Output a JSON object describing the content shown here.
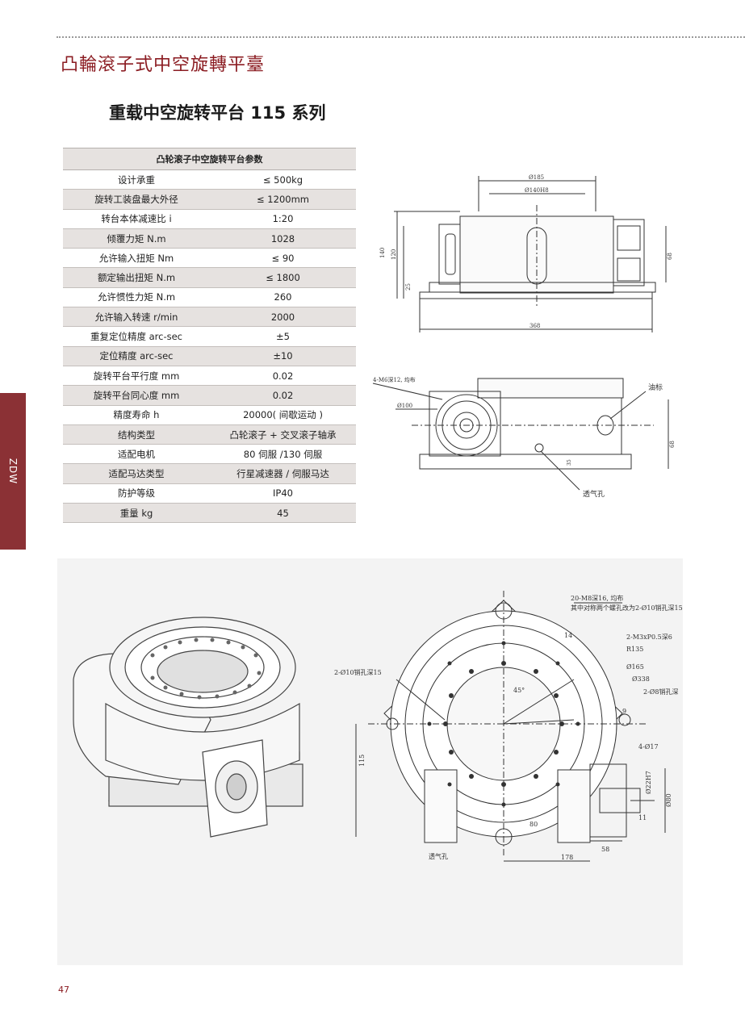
{
  "header": {
    "brand_title": "凸輪滾子式中空旋轉平臺",
    "series_title": "重载中空旋转平台 115 系列"
  },
  "side_tab": {
    "label": "ZDW"
  },
  "spec_table": {
    "caption": "凸轮滚子中空旋转平台参数",
    "rows": [
      {
        "key": "设计承重",
        "value": "≤ 500kg"
      },
      {
        "key": "旋转工装盘最大外径",
        "value": "≤ 1200mm"
      },
      {
        "key": "转台本体减速比 i",
        "value": "1:20"
      },
      {
        "key": "倾覆力矩 N.m",
        "value": "1028"
      },
      {
        "key": "允许输入扭矩 Nm",
        "value": "≤ 90"
      },
      {
        "key": "额定输出扭矩 N.m",
        "value": "≤ 1800"
      },
      {
        "key": "允许惯性力矩 N.m",
        "value": "260"
      },
      {
        "key": "允许输入转速 r/min",
        "value": "2000"
      },
      {
        "key": "重复定位精度 arc-sec",
        "value": "±5"
      },
      {
        "key": "定位精度 arc-sec",
        "value": "±10"
      },
      {
        "key": "旋转平台平行度 mm",
        "value": "0.02"
      },
      {
        "key": "旋转平台同心度 mm",
        "value": "0.02"
      },
      {
        "key": "精度寿命 h",
        "value": "20000( 间歇运动 )"
      },
      {
        "key": "结构类型",
        "value": "凸轮滚子 + 交叉滚子轴承"
      },
      {
        "key": "适配电机",
        "value": "80 伺服 /130 伺服"
      },
      {
        "key": "适配马达类型",
        "value": "行星减速器 / 伺服马达"
      },
      {
        "key": "防护等级",
        "value": "IP40"
      },
      {
        "key": "重量 kg",
        "value": "45"
      }
    ]
  },
  "drawing_top": {
    "dim_185": "Ø185",
    "dim_140h8": "Ø140H8",
    "dim_140": "140",
    "dim_120": "120",
    "dim_25": "25",
    "dim_68": "68",
    "dim_368": "368"
  },
  "drawing_mid": {
    "note_m6": "4-M6深12, 均布",
    "dim_100": "Ø100",
    "label_oil": "油标",
    "label_vent": "透气孔",
    "dim_68": "68",
    "dim_35": "35"
  },
  "drawing_plan": {
    "note_m8": "20-M8深16, 均布",
    "note_pin_a": "其中对称两个螺孔改为2-Ø10销孔深15",
    "note_m3": "2-M3xP0.5深6",
    "dim_r135": "R135",
    "dim_165": "Ø165",
    "dim_338": "Ø338",
    "note_pin_b": "2-Ø8销孔深",
    "note_pin_left": "2-Ø10销孔深15",
    "dim_14": "14",
    "dim_9": "9",
    "dim_4_17": "4-Ø17",
    "dim_45": "45°",
    "dim_115": "115",
    "dim_80": "80",
    "dim_178": "178",
    "dim_58": "58",
    "dim_11": "11",
    "dim_22h7": "Ø22H7",
    "dim_80h": "Ø80",
    "label_vent": "透气孔"
  },
  "footer": {
    "page_number": "47"
  }
}
